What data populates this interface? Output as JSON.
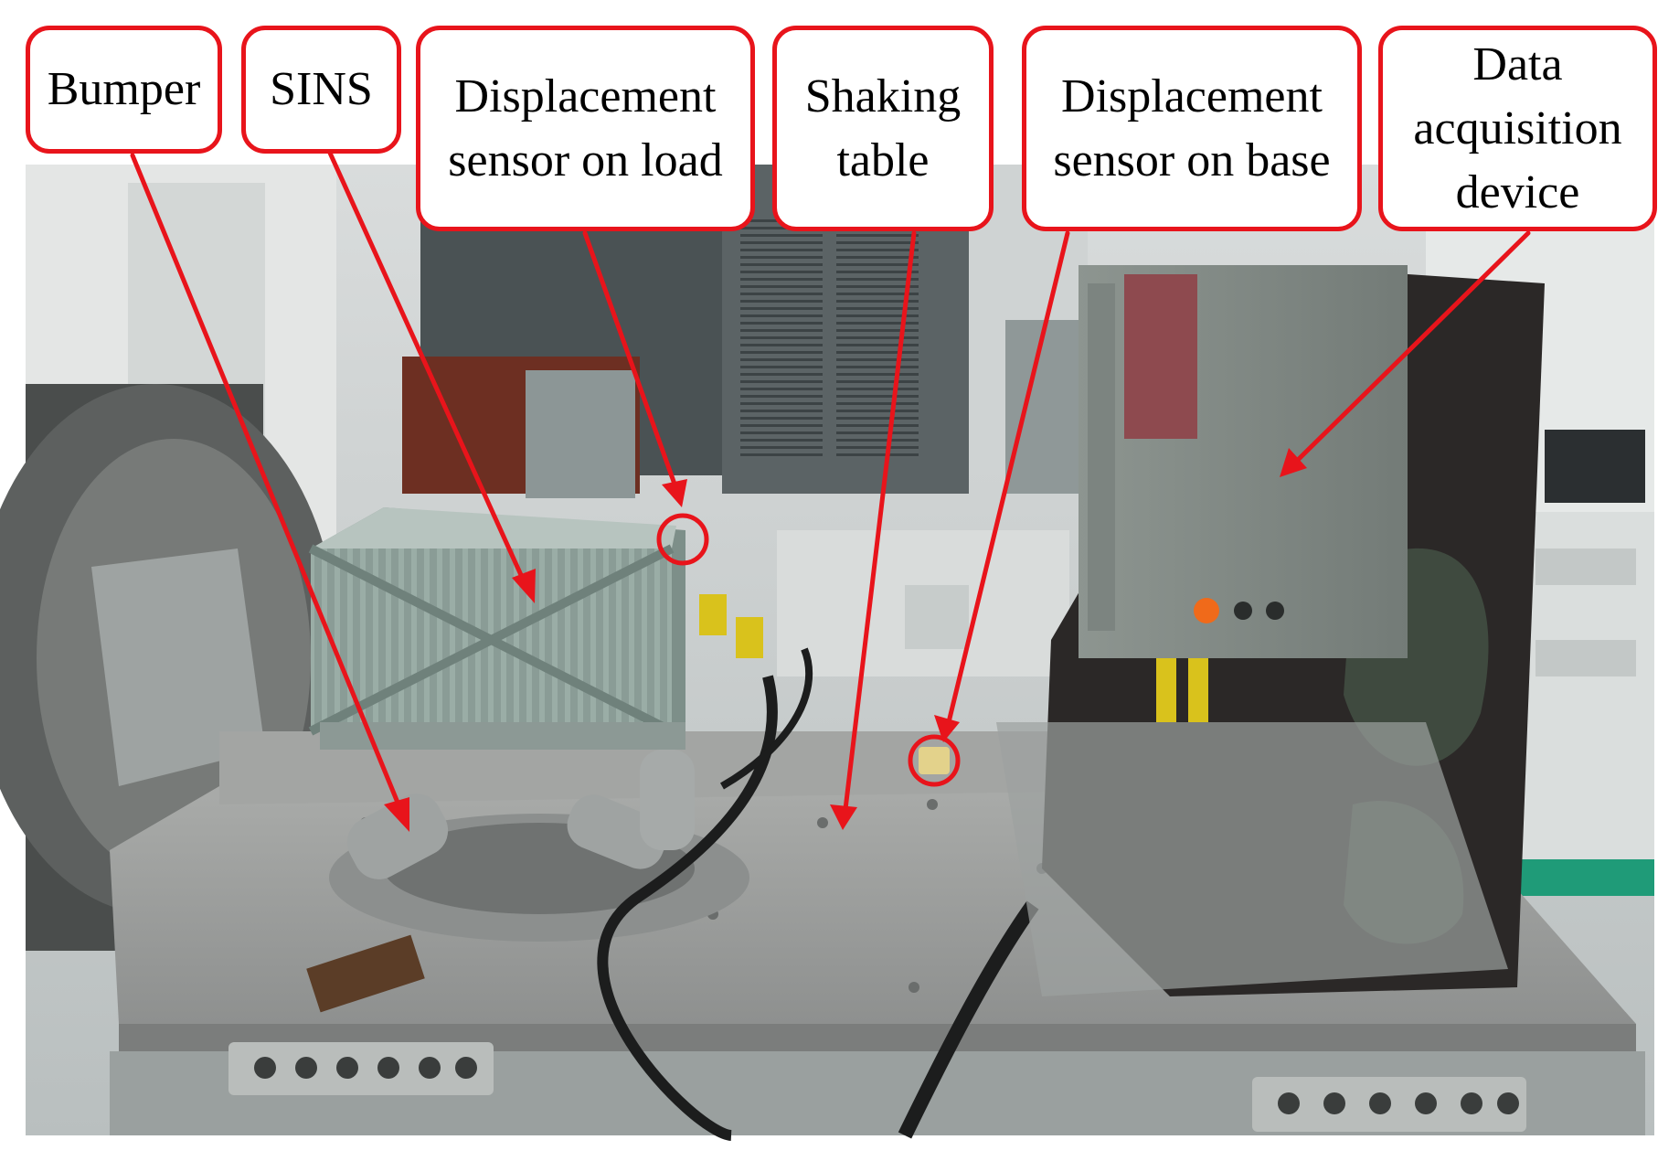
{
  "colors": {
    "annotation": "#e8141b",
    "label_background": "#ffffff",
    "label_text": "#000000"
  },
  "callouts": [
    {
      "id": "bumper",
      "text": "Bumper"
    },
    {
      "id": "sins",
      "text": "SINS"
    },
    {
      "id": "displacement-sensor-load",
      "text": "Displacement\nsensor on load"
    },
    {
      "id": "shaking-table",
      "text": "Shaking\ntable"
    },
    {
      "id": "displacement-sensor-base",
      "text": "Displacement\nsensor on base"
    },
    {
      "id": "data-acquisition",
      "text": "Data\nacquisition\ndevice"
    }
  ]
}
